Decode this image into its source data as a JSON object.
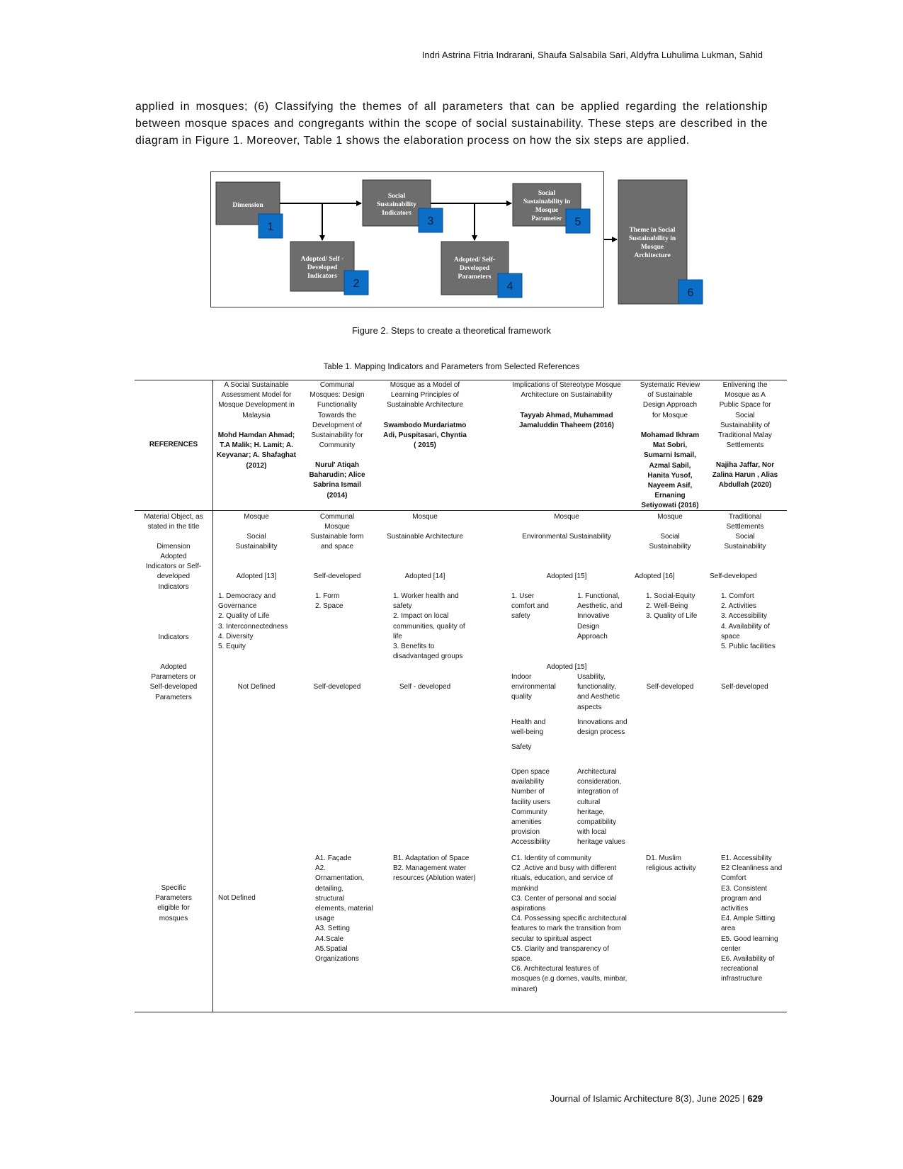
{
  "header": {
    "authors": "Indri Astrina Fitria Indrarani, Shaufa Salsabila Sari, Aldyfra Luhulima Lukman, Sahid"
  },
  "body": {
    "paragraph": "applied in mosques; (6) Classifying the themes of all parameters that can be applied regarding the relationship between mosque spaces and congregants within the scope of social sustainability. These steps are described in the diagram in Figure 1. Moreover, Table 1 shows the elaboration process on how the six steps are applied."
  },
  "figure": {
    "caption": "Figure 2. Steps to create a theoretical framework",
    "boxes": {
      "dimension": "Dimension",
      "ind_line1": "Social",
      "ind_line2": "Sustainability",
      "ind_line3": "Indicators",
      "par_line1": "Social",
      "par_line2": "Sustainability in",
      "par_line3": "Mosque",
      "par_line4": "Parameter",
      "adi_line1": "Adopted/ Self -",
      "adi_line2": "Developed",
      "adi_line3": "Indicators",
      "adp_line1": "Adopted/ Self-",
      "adp_line2": "Developed",
      "adp_line3": "Parameters",
      "theme_line1": "Theme in Social",
      "theme_line2": "Sustainability in",
      "theme_line3": "Mosque",
      "theme_line4": "Architecture"
    },
    "badges": {
      "b1": "1",
      "b2": "2",
      "b3": "3",
      "b4": "4",
      "b5": "5",
      "b6": "6"
    },
    "colors": {
      "box": "#6d6d6d",
      "badge": "#0b6fc8",
      "arrow": "#000000"
    }
  },
  "table": {
    "caption": "Table 1. Mapping Indicators and Parameters from Selected References",
    "row_labels": {
      "references": "REFERENCES",
      "material": "Material Object, as\nstated in the title",
      "dimension": "Dimension",
      "adopted_indicators": "Adopted\nIndicators or Self-\ndeveloped\nIndicators",
      "indicators": "Indicators",
      "adopted_parameters": "Adopted\nParameters or\nSelf-developed\nParameters",
      "specific": "Specific\nParameters\neligible for\nmosques"
    },
    "refs": {
      "a_title": "A Social Sustainable\nAssessment Model for\nMosque Development in\nMalaysia",
      "a_authors": "Mohd Hamdan Ahmad;\nT.A Malik; H. Lamit; A.\nKeyvanar; A. Shafaghat\n(2012)",
      "b_title": "Communal\nMosques: Design\nFunctionality\nTowards the\nDevelopment of\nSustainability for\nCommunity",
      "b_authors": "Nurul' Atiqah\nBaharudin; Alice\nSabrina Ismail\n(2014)",
      "c_title": "Mosque as a Model of\nLearning Principles of\nSustainable Architecture",
      "c_authors": "Swambodo Murdariatmo\nAdi, Puspitasari, Chyntia\n( 2015)",
      "d_title": "Implications of Stereotype Mosque\nArchitecture on Sustainability",
      "d_authors": "Tayyab Ahmad, Muhammad\nJamaluddin Thaheem (2016)",
      "e_title": "Systematic Review\nof Sustainable\nDesign Approach\nfor Mosque",
      "e_authors": "Mohamad Ikhram\nMat Sobri,\nSumarni Ismail,\nAzmal Sabil,\nHanita Yusof,\nNayeem Asif,\nErnaning\nSetiyowati (2016)",
      "f_title": "Enlivening the\nMosque as A\nPublic Space for\nSocial\nSustainability of\nTraditional Malay\nSettlements",
      "f_authors": "Najiha Jaffar, Nor\nZalina Harun , Alias\nAbdullah (2020)"
    },
    "material": {
      "a": "Mosque",
      "b": "Communal\nMosque",
      "c": "Mosque",
      "d": "Mosque",
      "e": "Mosque",
      "f": "Traditional\nSettlements"
    },
    "dimension": {
      "a": "Social\nSustainability",
      "b": "Sustainable form\nand space",
      "c": "Sustainable Architecture",
      "d": "Environmental Sustainability",
      "e": "Social\nSustainability",
      "f": "Social\nSustainability"
    },
    "adopted_ind": {
      "a": "Adopted [13]",
      "b": "Self-developed",
      "c": "Adopted [14]",
      "d": "Adopted [15]",
      "e": "Adopted [16]",
      "f": "Self-developed"
    },
    "indicators": {
      "a": "1. Democracy and\nGovernance\n2. Quality of Life\n3. Interconnectedness\n4. Diversity\n5. Equity",
      "b": "1. Form\n2. Space",
      "c": "1. Worker health and\nsafety\n2. Impact on local\ncommunities, quality of\nlife\n3. Benefits to\ndisadvantaged groups",
      "d1": "1. User\ncomfort and\nsafety",
      "d2": "1. Functional,\nAesthetic, and\nInnovative\nDesign\nApproach",
      "e": "1. Social-Equity\n2. Well-Being\n3. Quality of Life",
      "f": "1. Comfort\n2. Activities\n3. Accessibility\n4. Availability of\nspace\n5. Public facilities"
    },
    "adopted_par": {
      "a": "Not Defined",
      "b": "Self-developed",
      "c": "Self - developed",
      "d_head": "Adopted [15]",
      "d1a": "Indoor\nenvironmental\nquality",
      "d2a": "Usability,\nfunctionality,\nand Aesthetic\naspects",
      "d1b": "Health and\nwell-being",
      "d2b": "Innovations and\ndesign process",
      "d1c": "Safety",
      "d1d": "Open space\navailability\nNumber        of\nfacility users\nCommunity\namenities\nprovision\nAccessibility",
      "d2d": "Architectural\nconsideration,\nintegration of\ncultural\nheritage,\ncompatibility\nwith local\nheritage values",
      "e": "Self-developed",
      "f": "Self-developed"
    },
    "specific": {
      "a": "Not Defined",
      "b": "A1. Façade\nA2.\nOrnamentation,\ndetailing,\nstructural\nelements, material\nusage\nA3. Setting\nA4.Scale\nA5.Spatial\nOrganizations",
      "c": "B1. Adaptation of Space\nB2. Management water\nresources (Ablution water)",
      "d": "C1. Identity of community\nC2 .Active and busy with different\nrituals, education, and service of\nmankind\nC3. Center of personal and social\naspirations\nC4. Possessing specific architectural\nfeatures to mark the transition from\nsecular to spiritual aspect\nC5. Clarity and transparency of\nspace.\nC6. Architectural features of\nmosques (e.g domes, vaults, minbar,\nminaret)",
      "e": "D1. Muslim\nreligious activity",
      "f": "E1.  Accessibility\nE2 Cleanliness and\nComfort\nE3. Consistent\nprogram and\nactivities\nE4. Ample Sitting\narea\nE5. Good learning\ncenter\nE6. Availability of\nrecreational\ninfrastructure"
    }
  },
  "footer": {
    "journal": "Journal of Islamic Architecture 8(3), June 2025 |",
    "page": "629"
  }
}
